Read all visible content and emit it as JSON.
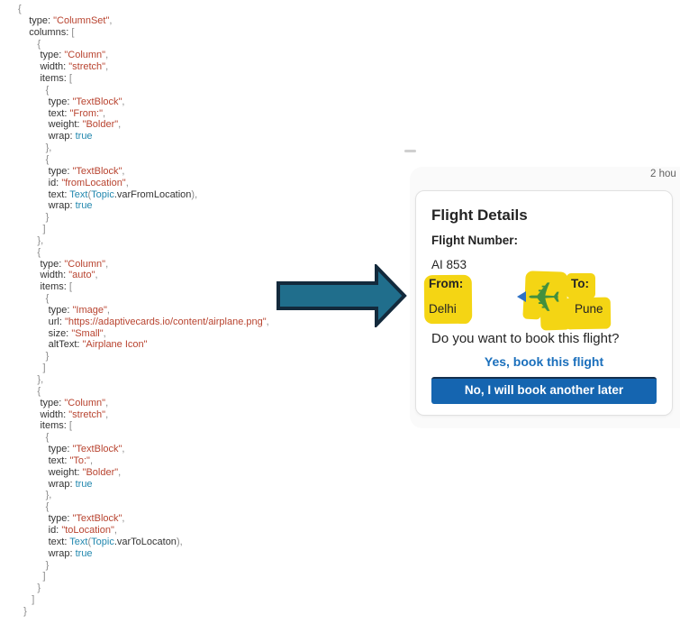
{
  "colors": {
    "code-key": "#333333",
    "code-punct": "#8a8a8a",
    "code-string": "#b8432f",
    "code-token": "#2187ae",
    "arrow-fill": "#206e8c",
    "arrow-border": "#132a3c",
    "highlight-yellow": "#f4d514",
    "plane-green": "#43903e",
    "plane-nose-blue": "#2e71c5",
    "link-blue": "#1a6fbc",
    "button-blue": "#1565b0",
    "card-text": "#242424",
    "card-border": "#e1e1e1",
    "timestamp-gray": "#616161",
    "bubble-gray": "#fafafa"
  },
  "chat": {
    "timestamp": "2 hou"
  },
  "card": {
    "title": "Flight Details",
    "flight_number_label": "Flight Number:",
    "flight_number_value": "AI 853",
    "from_label": "From:",
    "from_value": "Delhi",
    "airplane_icon": "✈",
    "to_label": "To:",
    "to_value": "Pune",
    "question": "Do you want to book this flight?",
    "yes_action_label": "Yes, book this flight",
    "no_action_label": "No, I will book another later"
  },
  "code": {
    "lines": [
      {
        "i": 0,
        "s": [
          [
            "p",
            "{"
          ]
        ]
      },
      {
        "i": 4,
        "s": [
          [
            "k",
            "type: "
          ],
          [
            "s",
            "\"ColumnSet\""
          ],
          [
            "p",
            ","
          ]
        ]
      },
      {
        "i": 4,
        "s": [
          [
            "k",
            "columns: "
          ],
          [
            "p",
            "["
          ]
        ]
      },
      {
        "i": 7,
        "s": [
          [
            "p",
            "{"
          ]
        ]
      },
      {
        "i": 8,
        "s": [
          [
            "k",
            "type: "
          ],
          [
            "s",
            "\"Column\""
          ],
          [
            "p",
            ","
          ]
        ]
      },
      {
        "i": 8,
        "s": [
          [
            "k",
            "width: "
          ],
          [
            "s",
            "\"stretch\""
          ],
          [
            "p",
            ","
          ]
        ]
      },
      {
        "i": 8,
        "s": [
          [
            "k",
            "items: "
          ],
          [
            "p",
            "["
          ]
        ]
      },
      {
        "i": 10,
        "s": [
          [
            "p",
            "{"
          ]
        ]
      },
      {
        "i": 11,
        "s": [
          [
            "k",
            "type: "
          ],
          [
            "s",
            "\"TextBlock\""
          ],
          [
            "p",
            ","
          ]
        ]
      },
      {
        "i": 11,
        "s": [
          [
            "k",
            "text: "
          ],
          [
            "s",
            "\"From:\""
          ],
          [
            "p",
            ","
          ]
        ]
      },
      {
        "i": 11,
        "s": [
          [
            "k",
            "weight: "
          ],
          [
            "s",
            "\"Bolder\""
          ],
          [
            "p",
            ","
          ]
        ]
      },
      {
        "i": 11,
        "s": [
          [
            "k",
            "wrap: "
          ],
          [
            "t",
            "true"
          ]
        ]
      },
      {
        "i": 10,
        "s": [
          [
            "p",
            "},"
          ]
        ]
      },
      {
        "i": 10,
        "s": [
          [
            "p",
            "{"
          ]
        ]
      },
      {
        "i": 11,
        "s": [
          [
            "k",
            "type: "
          ],
          [
            "s",
            "\"TextBlock\""
          ],
          [
            "p",
            ","
          ]
        ]
      },
      {
        "i": 11,
        "s": [
          [
            "k",
            "id: "
          ],
          [
            "s",
            "\"fromLocation\""
          ],
          [
            "p",
            ","
          ]
        ]
      },
      {
        "i": 11,
        "s": [
          [
            "k",
            "text: "
          ],
          [
            "t",
            "Text"
          ],
          [
            "p",
            "("
          ],
          [
            "t",
            "Topic"
          ],
          [
            "k",
            ".varFromLocation"
          ],
          [
            "p",
            "),"
          ]
        ]
      },
      {
        "i": 11,
        "s": [
          [
            "k",
            "wrap: "
          ],
          [
            "t",
            "true"
          ]
        ]
      },
      {
        "i": 10,
        "s": [
          [
            "p",
            "}"
          ]
        ]
      },
      {
        "i": 9,
        "s": [
          [
            "p",
            "]"
          ]
        ]
      },
      {
        "i": 7,
        "s": [
          [
            "p",
            "},"
          ]
        ]
      },
      {
        "i": 7,
        "s": [
          [
            "p",
            "{"
          ]
        ]
      },
      {
        "i": 8,
        "s": [
          [
            "k",
            "type: "
          ],
          [
            "s",
            "\"Column\""
          ],
          [
            "p",
            ","
          ]
        ]
      },
      {
        "i": 8,
        "s": [
          [
            "k",
            "width: "
          ],
          [
            "s",
            "\"auto\""
          ],
          [
            "p",
            ","
          ]
        ]
      },
      {
        "i": 8,
        "s": [
          [
            "k",
            "items: "
          ],
          [
            "p",
            "["
          ]
        ]
      },
      {
        "i": 10,
        "s": [
          [
            "p",
            "{"
          ]
        ]
      },
      {
        "i": 11,
        "s": [
          [
            "k",
            "type: "
          ],
          [
            "s",
            "\"Image\""
          ],
          [
            "p",
            ","
          ]
        ]
      },
      {
        "i": 11,
        "s": [
          [
            "k",
            "url: "
          ],
          [
            "s",
            "\"https://adaptivecards.io/content/airplane.png\""
          ],
          [
            "p",
            ","
          ]
        ]
      },
      {
        "i": 11,
        "s": [
          [
            "k",
            "size: "
          ],
          [
            "s",
            "\"Small\""
          ],
          [
            "p",
            ","
          ]
        ]
      },
      {
        "i": 11,
        "s": [
          [
            "k",
            "altText: "
          ],
          [
            "s",
            "\"Airplane Icon\""
          ]
        ]
      },
      {
        "i": 10,
        "s": [
          [
            "p",
            "}"
          ]
        ]
      },
      {
        "i": 9,
        "s": [
          [
            "p",
            "]"
          ]
        ]
      },
      {
        "i": 7,
        "s": [
          [
            "p",
            "},"
          ]
        ]
      },
      {
        "i": 7,
        "s": [
          [
            "p",
            "{"
          ]
        ]
      },
      {
        "i": 8,
        "s": [
          [
            "k",
            "type: "
          ],
          [
            "s",
            "\"Column\""
          ],
          [
            "p",
            ","
          ]
        ]
      },
      {
        "i": 8,
        "s": [
          [
            "k",
            "width: "
          ],
          [
            "s",
            "\"stretch\""
          ],
          [
            "p",
            ","
          ]
        ]
      },
      {
        "i": 8,
        "s": [
          [
            "k",
            "items: "
          ],
          [
            "p",
            "["
          ]
        ]
      },
      {
        "i": 10,
        "s": [
          [
            "p",
            "{"
          ]
        ]
      },
      {
        "i": 11,
        "s": [
          [
            "k",
            "type: "
          ],
          [
            "s",
            "\"TextBlock\""
          ],
          [
            "p",
            ","
          ]
        ]
      },
      {
        "i": 11,
        "s": [
          [
            "k",
            "text: "
          ],
          [
            "s",
            "\"To:\""
          ],
          [
            "p",
            ","
          ]
        ]
      },
      {
        "i": 11,
        "s": [
          [
            "k",
            "weight: "
          ],
          [
            "s",
            "\"Bolder\""
          ],
          [
            "p",
            ","
          ]
        ]
      },
      {
        "i": 11,
        "s": [
          [
            "k",
            "wrap: "
          ],
          [
            "t",
            "true"
          ]
        ]
      },
      {
        "i": 10,
        "s": [
          [
            "p",
            "},"
          ]
        ]
      },
      {
        "i": 10,
        "s": [
          [
            "p",
            "{"
          ]
        ]
      },
      {
        "i": 11,
        "s": [
          [
            "k",
            "type: "
          ],
          [
            "s",
            "\"TextBlock\""
          ],
          [
            "p",
            ","
          ]
        ]
      },
      {
        "i": 11,
        "s": [
          [
            "k",
            "id: "
          ],
          [
            "s",
            "\"toLocation\""
          ],
          [
            "p",
            ","
          ]
        ]
      },
      {
        "i": 11,
        "s": [
          [
            "k",
            "text: "
          ],
          [
            "t",
            "Text"
          ],
          [
            "p",
            "("
          ],
          [
            "t",
            "Topic"
          ],
          [
            "k",
            ".varToLocaton"
          ],
          [
            "p",
            "),"
          ]
        ]
      },
      {
        "i": 11,
        "s": [
          [
            "k",
            "wrap: "
          ],
          [
            "t",
            "true"
          ]
        ]
      },
      {
        "i": 10,
        "s": [
          [
            "p",
            "}"
          ]
        ]
      },
      {
        "i": 9,
        "s": [
          [
            "p",
            "]"
          ]
        ]
      },
      {
        "i": 7,
        "s": [
          [
            "p",
            "}"
          ]
        ]
      },
      {
        "i": 5,
        "s": [
          [
            "p",
            "]"
          ]
        ]
      },
      {
        "i": 2,
        "s": [
          [
            "p",
            "}"
          ]
        ]
      }
    ]
  }
}
